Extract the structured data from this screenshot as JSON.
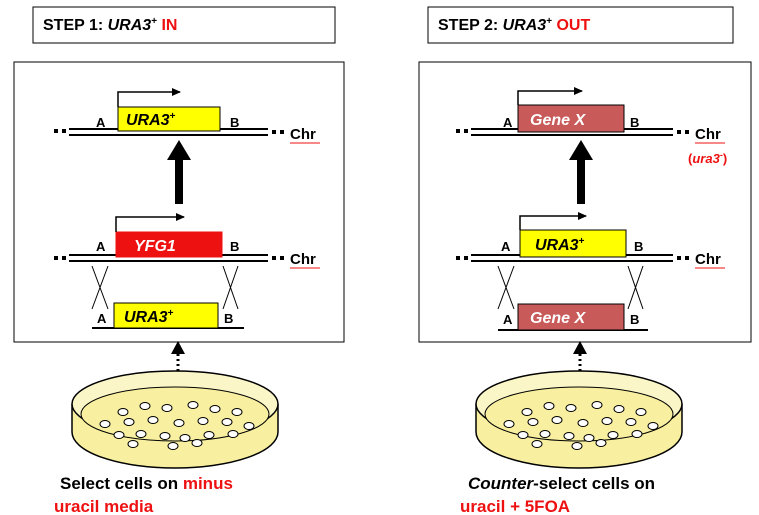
{
  "colors": {
    "ura3_box": "#ffff00",
    "yfg1_box": "#ee1111",
    "genex_box": "#c85a5a",
    "accent_red": "#ee1111",
    "plate_fill": "#f8f0a0",
    "plate_rim": "#fbf6c8"
  },
  "step1": {
    "title_prefix": "STEP 1: ",
    "title_gene": "URA3",
    "title_sup": "+",
    "title_action": " IN",
    "caption_line1_black": "Select cells on ",
    "caption_line1_red": "minus",
    "caption_line2": "uracil media",
    "top_gene_label": "URA3",
    "top_gene_sup": "+",
    "mid_gene_label": "YFG1",
    "bottom_gene_label": "URA3",
    "bottom_gene_sup": "+"
  },
  "step2": {
    "title_prefix": "STEP 2: ",
    "title_gene": "URA3",
    "title_sup": "+",
    "title_action": " OUT",
    "caption_line1_italic": "Counter",
    "caption_line1_rest": "-select cells on",
    "caption_line2": "uracil + 5FOA",
    "top_gene_label": "Gene X",
    "mid_gene_label": "URA3",
    "mid_gene_sup": "+",
    "bottom_gene_label": "Gene X",
    "mutant_open": "(",
    "mutant_label": "ura3",
    "mutant_sup": "-",
    "mutant_close": ")"
  },
  "labels": {
    "flank_a": "A",
    "flank_b": "B",
    "chr": "Chr"
  },
  "icons": {
    "transcription": "bent-arrow-icon",
    "progression": "block-up-arrow-icon",
    "selection": "dotted-up-arrow-icon",
    "plate": "petri-dish-icon"
  }
}
